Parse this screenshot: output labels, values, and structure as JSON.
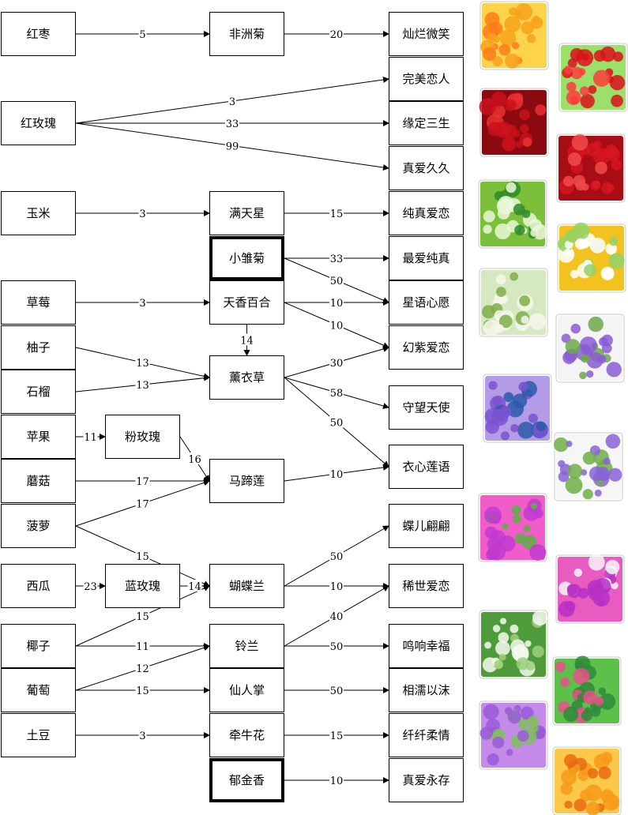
{
  "nodes": [
    {
      "id": "n_hongzao",
      "label": "红枣"
    },
    {
      "id": "n_hongmeigui",
      "label": "红玫瑰"
    },
    {
      "id": "n_yumi",
      "label": "玉米"
    },
    {
      "id": "n_caomei",
      "label": "草莓"
    },
    {
      "id": "n_youzi",
      "label": "柚子"
    },
    {
      "id": "n_shiliu",
      "label": "石榴"
    },
    {
      "id": "n_pingguo",
      "label": "苹果"
    },
    {
      "id": "n_mogu",
      "label": "蘑菇"
    },
    {
      "id": "n_boluo",
      "label": "菠萝"
    },
    {
      "id": "n_xigua",
      "label": "西瓜"
    },
    {
      "id": "n_yezi",
      "label": "椰子"
    },
    {
      "id": "n_putao",
      "label": "葡萄"
    },
    {
      "id": "n_tudou",
      "label": "土豆"
    },
    {
      "id": "n_fenmeigui",
      "label": "粉玫瑰"
    },
    {
      "id": "n_lanmeigui",
      "label": "蓝玫瑰"
    },
    {
      "id": "n_feizhouju",
      "label": "非洲菊"
    },
    {
      "id": "n_mantianxing",
      "label": "满天星"
    },
    {
      "id": "n_xiaochuju",
      "label": "小雏菊",
      "bold": true
    },
    {
      "id": "n_tianxiangbaihe",
      "label": "天香百合"
    },
    {
      "id": "n_xunyicao",
      "label": "薰衣草"
    },
    {
      "id": "n_matilian",
      "label": "马蹄莲"
    },
    {
      "id": "n_hudielan",
      "label": "蝴蝶兰"
    },
    {
      "id": "n_linglan",
      "label": "铃兰"
    },
    {
      "id": "n_xianrenzhang",
      "label": "仙人掌"
    },
    {
      "id": "n_qianniuhua",
      "label": "牵牛花"
    },
    {
      "id": "n_yujinxiang",
      "label": "郁金香",
      "bold": true
    },
    {
      "id": "n_canlanweixiao",
      "label": "灿烂微笑"
    },
    {
      "id": "n_wanmeilianren",
      "label": "完美恋人"
    },
    {
      "id": "n_yuandingsansheng",
      "label": "缘定三生"
    },
    {
      "id": "n_zhenaijiujiu",
      "label": "真爱久久"
    },
    {
      "id": "n_chunzhenailian",
      "label": "纯真爱恋"
    },
    {
      "id": "n_zuiaichunzhen",
      "label": "最爱纯真"
    },
    {
      "id": "n_xingyuxinyuan",
      "label": "星语心愿"
    },
    {
      "id": "n_huanziailian",
      "label": "幻紫爱恋"
    },
    {
      "id": "n_shouwangtianshi",
      "label": "守望天使"
    },
    {
      "id": "n_yixinlianyu",
      "label": "衣心莲语"
    },
    {
      "id": "n_dieerpianpian",
      "label": "蝶儿翩翩"
    },
    {
      "id": "n_xishiailian",
      "label": "稀世爱恋"
    },
    {
      "id": "n_mingxiangxingfu",
      "label": "鸣响幸福"
    },
    {
      "id": "n_xiangruyimo",
      "label": "相濡以沫"
    },
    {
      "id": "n_xianxianrouqing",
      "label": "纤纤柔情"
    },
    {
      "id": "n_zhenaiyongcun",
      "label": "真爱永存"
    }
  ],
  "edges": [
    {
      "from": "n_hongzao",
      "to": "n_feizhouju",
      "label": "5"
    },
    {
      "from": "n_feizhouju",
      "to": "n_canlanweixiao",
      "label": "20"
    },
    {
      "from": "n_hongmeigui",
      "to": "n_wanmeilianren",
      "label": "3"
    },
    {
      "from": "n_hongmeigui",
      "to": "n_yuandingsansheng",
      "label": "33"
    },
    {
      "from": "n_hongmeigui",
      "to": "n_zhenaijiujiu",
      "label": "99"
    },
    {
      "from": "n_yumi",
      "to": "n_mantianxing",
      "label": "3"
    },
    {
      "from": "n_mantianxing",
      "to": "n_chunzhenailian",
      "label": "15"
    },
    {
      "from": "n_xiaochuju",
      "to": "n_zuiaichunzhen",
      "label": "33"
    },
    {
      "from": "n_xiaochuju",
      "to": "n_xingyuxinyuan",
      "label": "50"
    },
    {
      "from": "n_caomei",
      "to": "n_tianxiangbaihe",
      "label": "3"
    },
    {
      "from": "n_tianxiangbaihe",
      "to": "n_xingyuxinyuan",
      "label": "10"
    },
    {
      "from": "n_tianxiangbaihe",
      "to": "n_huanziailian",
      "label": "10"
    },
    {
      "from": "n_tianxiangbaihe",
      "to": "n_xunyicao",
      "label": "14"
    },
    {
      "from": "n_youzi",
      "to": "n_xunyicao",
      "label": "13"
    },
    {
      "from": "n_shiliu",
      "to": "n_xunyicao",
      "label": "13"
    },
    {
      "from": "n_xunyicao",
      "to": "n_huanziailian",
      "label": "30"
    },
    {
      "from": "n_xunyicao",
      "to": "n_shouwangtianshi",
      "label": "58"
    },
    {
      "from": "n_xunyicao",
      "to": "n_yixinlianyu",
      "label": "50"
    },
    {
      "from": "n_pingguo",
      "to": "n_fenmeigui",
      "label": "11"
    },
    {
      "from": "n_fenmeigui",
      "to": "n_matilian",
      "label": "16"
    },
    {
      "from": "n_mogu",
      "to": "n_matilian",
      "label": "17"
    },
    {
      "from": "n_boluo",
      "to": "n_matilian",
      "label": "17"
    },
    {
      "from": "n_matilian",
      "to": "n_yixinlianyu",
      "label": "10"
    },
    {
      "from": "n_boluo",
      "to": "n_hudielan",
      "label": "15"
    },
    {
      "from": "n_xigua",
      "to": "n_lanmeigui",
      "label": "23"
    },
    {
      "from": "n_lanmeigui",
      "to": "n_hudielan",
      "label": "14"
    },
    {
      "from": "n_yezi",
      "to": "n_hudielan",
      "label": "15"
    },
    {
      "from": "n_hudielan",
      "to": "n_dieerpianpian",
      "label": "50"
    },
    {
      "from": "n_hudielan",
      "to": "n_xishiailian",
      "label": "10"
    },
    {
      "from": "n_yezi",
      "to": "n_linglan",
      "label": "11"
    },
    {
      "from": "n_putao",
      "to": "n_linglan",
      "label": "12"
    },
    {
      "from": "n_linglan",
      "to": "n_xishiailian",
      "label": "40"
    },
    {
      "from": "n_linglan",
      "to": "n_mingxiangxingfu",
      "label": "50"
    },
    {
      "from": "n_putao",
      "to": "n_xianrenzhang",
      "label": "15"
    },
    {
      "from": "n_xianrenzhang",
      "to": "n_xiangruyimo",
      "label": "50"
    },
    {
      "from": "n_tudou",
      "to": "n_qianniuhua",
      "label": "3"
    },
    {
      "from": "n_qianniuhua",
      "to": "n_xianxianrouqing",
      "label": "15"
    },
    {
      "from": "n_yujinxiang",
      "to": "n_zhenaiyongcun",
      "label": "10"
    }
  ],
  "thumbnails": [
    {
      "id": "t1",
      "name": "gerbera-bouquet-image",
      "colors": [
        "#f7a21b",
        "#fcd34a",
        "#ff7a1a"
      ]
    },
    {
      "id": "t2",
      "name": "red-rose-image",
      "colors": [
        "#d9101a",
        "#9be06b",
        "#ff3b3b"
      ]
    },
    {
      "id": "t3",
      "name": "red-rose-bouquet-image",
      "colors": [
        "#c8101a",
        "#8a0a10",
        "#e83030"
      ]
    },
    {
      "id": "t4",
      "name": "red-rose-heart-image",
      "colors": [
        "#d41620",
        "#a80c14",
        "#f04a4a"
      ]
    },
    {
      "id": "t5",
      "name": "babys-breath-image",
      "colors": [
        "#eaf7d8",
        "#7bbf3a",
        "#2f8a2a"
      ]
    },
    {
      "id": "t6",
      "name": "daisy-bouquet-image",
      "colors": [
        "#ffffff",
        "#f4c21e",
        "#8fd36a"
      ]
    },
    {
      "id": "t7",
      "name": "lily-bouquet-image",
      "colors": [
        "#f4f7ec",
        "#d6e8c0",
        "#7fae4a"
      ]
    },
    {
      "id": "t8",
      "name": "lily-lavender-image",
      "colors": [
        "#8b5cd6",
        "#f4f4f4",
        "#6fa84a"
      ]
    },
    {
      "id": "t9",
      "name": "lavender-image",
      "colors": [
        "#7a52d0",
        "#b39be8",
        "#2a5aa8"
      ]
    },
    {
      "id": "t10",
      "name": "calla-lavender-image",
      "colors": [
        "#8a63d8",
        "#f6f6f6",
        "#6fae46"
      ]
    },
    {
      "id": "t11",
      "name": "orchid-image",
      "colors": [
        "#c23ad0",
        "#f05cc8",
        "#5fae46"
      ]
    },
    {
      "id": "t12",
      "name": "orchid-bouquet-image",
      "colors": [
        "#b72fc4",
        "#e85cc2",
        "#f6f6f6"
      ]
    },
    {
      "id": "t13",
      "name": "lily-of-valley-image",
      "colors": [
        "#f4f9ef",
        "#4f9a3a",
        "#9cd07a"
      ]
    },
    {
      "id": "t14",
      "name": "cactus-image",
      "colors": [
        "#2f8a3a",
        "#5cc04a",
        "#e8508a"
      ]
    },
    {
      "id": "t15",
      "name": "morning-glory-image",
      "colors": [
        "#9a5ad8",
        "#c48ae8",
        "#7fbf5a"
      ]
    },
    {
      "id": "t16",
      "name": "tulip-image",
      "colors": [
        "#f79a1a",
        "#fcc84a",
        "#e86a10"
      ]
    }
  ]
}
